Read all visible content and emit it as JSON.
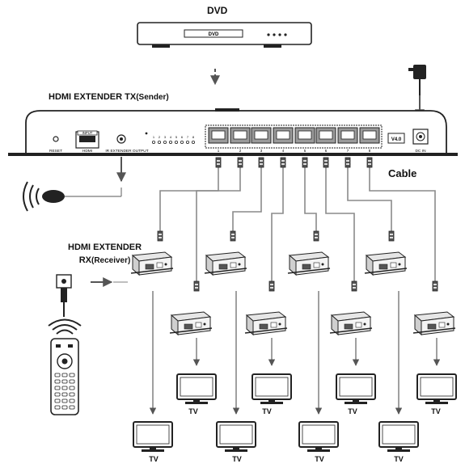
{
  "labels": {
    "dvd": "DVD",
    "dvd_panel": "DVD",
    "tx_title": "HDMI EXTENDER TX",
    "tx_sub": "(Sender)",
    "cable": "Cable",
    "rx_title": "HDMI EXTENDER",
    "rx_title2": "RX",
    "rx_sub": "(Receiver)",
    "tv": "TV"
  },
  "tx_panel": {
    "reset": "RESET",
    "input": "INPUT",
    "hdmi": "HDMI",
    "ir_extender_output": "IR EXTENDER OUTPUT",
    "version": "V4.0",
    "dc_in": "DC IN",
    "port_numbers": [
      "1",
      "2",
      "3",
      "4",
      "5",
      "6",
      "7",
      "8"
    ],
    "led_numbers": [
      "1",
      "2",
      "3",
      "4",
      "5",
      "6",
      "7",
      "8"
    ]
  },
  "colors": {
    "line": "#222222",
    "cable": "#8a8a8a",
    "device_fill": "#e6e6e6",
    "port_fill": "#9a9a9a"
  }
}
